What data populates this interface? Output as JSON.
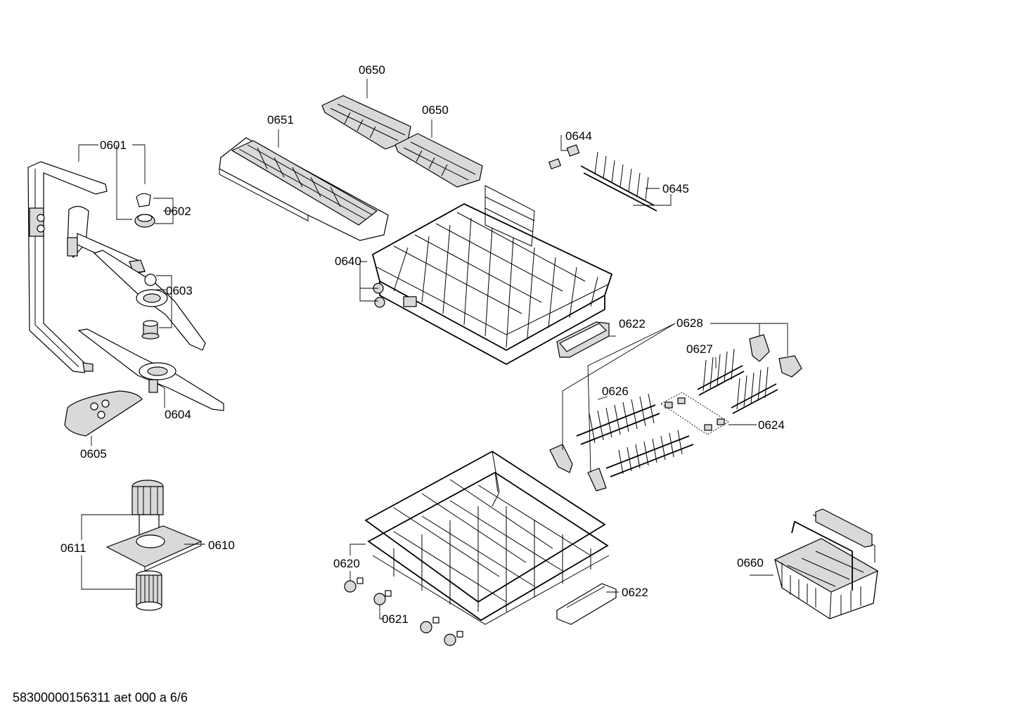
{
  "parts": [
    {
      "id": "lbl_0601",
      "text": "0601"
    },
    {
      "id": "lbl_0602",
      "text": "0602"
    },
    {
      "id": "lbl_0603",
      "text": "0603"
    },
    {
      "id": "lbl_0604",
      "text": "0604"
    },
    {
      "id": "lbl_0605",
      "text": "0605"
    },
    {
      "id": "lbl_0610",
      "text": "0610"
    },
    {
      "id": "lbl_0611",
      "text": "0611"
    },
    {
      "id": "lbl_0620",
      "text": "0620"
    },
    {
      "id": "lbl_0621",
      "text": "0621"
    },
    {
      "id": "lbl_0622a",
      "text": "0622"
    },
    {
      "id": "lbl_0622b",
      "text": "0622"
    },
    {
      "id": "lbl_0624",
      "text": "0624"
    },
    {
      "id": "lbl_0626",
      "text": "0626"
    },
    {
      "id": "lbl_0627",
      "text": "0627"
    },
    {
      "id": "lbl_0628",
      "text": "0628"
    },
    {
      "id": "lbl_0640",
      "text": "0640"
    },
    {
      "id": "lbl_0644",
      "text": "0644"
    },
    {
      "id": "lbl_0645",
      "text": "0645"
    },
    {
      "id": "lbl_0650a",
      "text": "0650"
    },
    {
      "id": "lbl_0650b",
      "text": "0650"
    },
    {
      "id": "lbl_0651",
      "text": "0651"
    },
    {
      "id": "lbl_0660",
      "text": "0660"
    }
  ],
  "footer": {
    "text": "58300000156311 aet 000 a 6/6"
  }
}
